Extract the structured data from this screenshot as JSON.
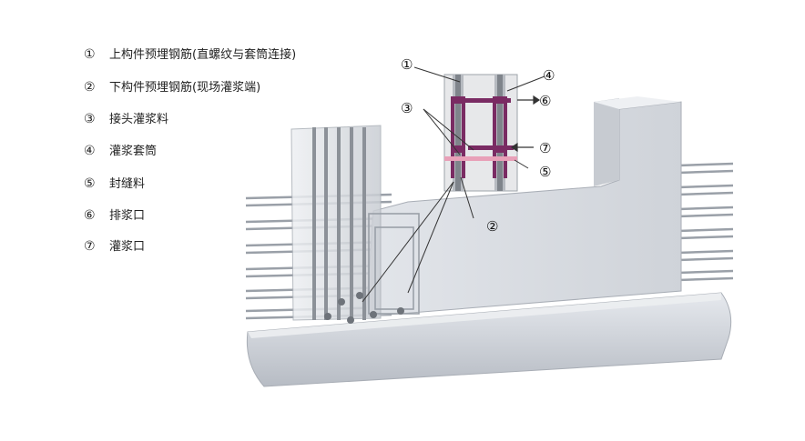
{
  "legend": {
    "items": [
      {
        "num": "①",
        "text": "上构件预埋钢筋(直螺纹与套筒连接)"
      },
      {
        "num": "②",
        "text": "下构件预埋钢筋(现场灌浆端)"
      },
      {
        "num": "③",
        "text": "接头灌浆料"
      },
      {
        "num": "④",
        "text": "灌浆套筒"
      },
      {
        "num": "⑤",
        "text": "封缝料"
      },
      {
        "num": "⑥",
        "text": "排浆口"
      },
      {
        "num": "⑦",
        "text": "灌浆口"
      }
    ]
  },
  "callouts": {
    "c1": "①",
    "c2": "②",
    "c3": "③",
    "c4": "④",
    "c5": "⑤",
    "c6": "⑥",
    "c7": "⑦"
  },
  "colors": {
    "sleeve": "#7a2b63",
    "seal": "#e8a0b8",
    "concrete": "#d9dde3",
    "concrete_dark": "#b9bec6",
    "rebar": "#8c9198"
  }
}
